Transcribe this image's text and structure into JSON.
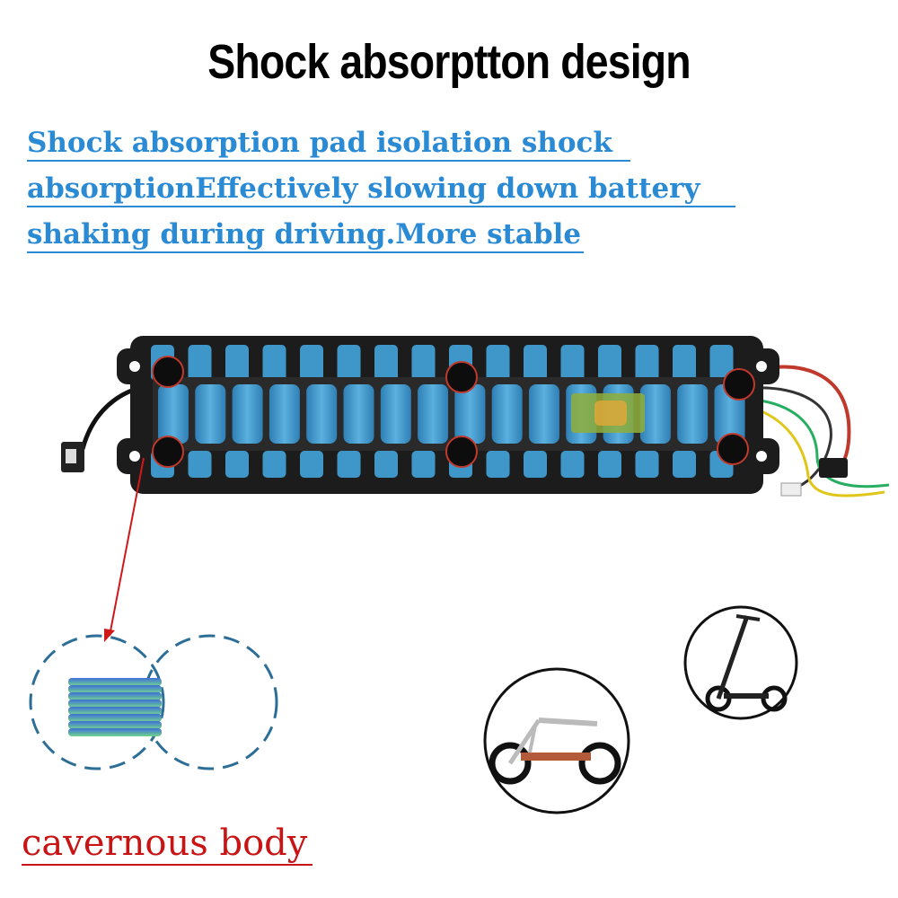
{
  "title": "Shock absorptton design",
  "description": {
    "line1": "Shock absorption pad isolation shock",
    "line2": "absorptionEffectively slowing down battery",
    "line3": "shaking during driving.More stable"
  },
  "caption": "cavernous body",
  "colors": {
    "title": "#000000",
    "description": "#2a8ad4",
    "caption": "#c81414",
    "cell_blue": "#3f97c9",
    "pad_black": "#111111",
    "arrow_red": "#d01818",
    "pad_gradient_top": "#3f6fd8",
    "pad_gradient_bottom": "#6fd48e"
  },
  "icons": [
    "battery-pack-image",
    "shock-pad-icon",
    "folded-scooter-icon",
    "standing-scooter-icon",
    "red-arrow-icon"
  ]
}
